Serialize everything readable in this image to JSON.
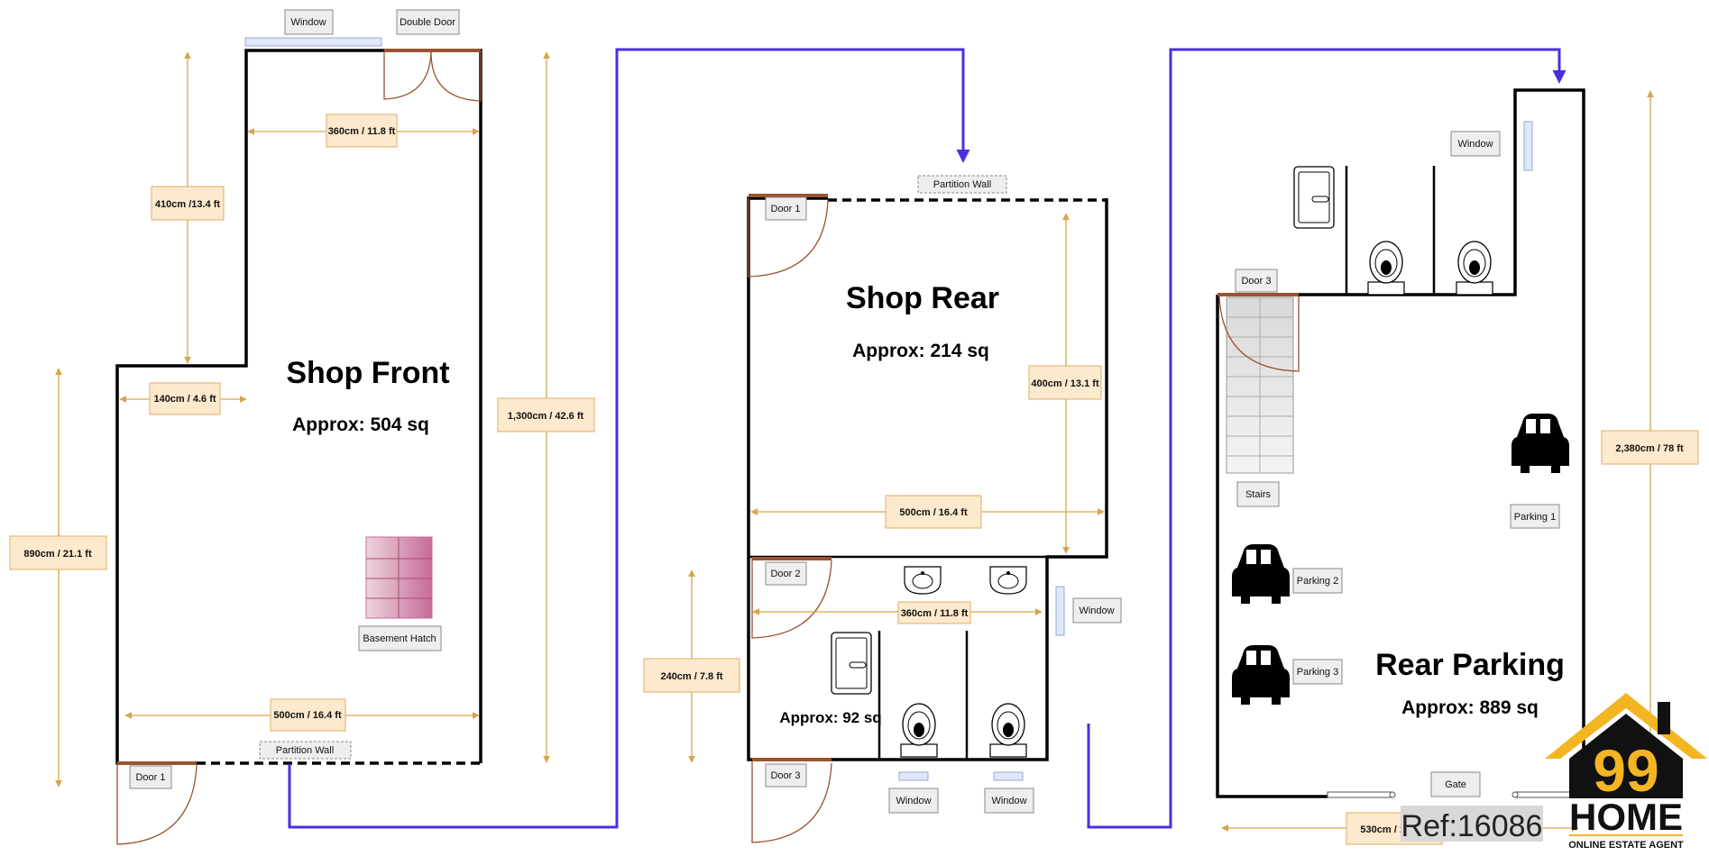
{
  "rooms": {
    "shop_front": {
      "title": "Shop Front",
      "area": "Approx: 504 sq"
    },
    "shop_rear": {
      "title": "Shop Rear",
      "area": "Approx: 214 sq"
    },
    "toilet_block": {
      "area": "Approx: 92 sq"
    },
    "rear_parking": {
      "title": "Rear Parking",
      "area": "Approx: 889 sq"
    }
  },
  "labels": {
    "window": "Window",
    "double_door": "Double Door",
    "door_1": "Door 1",
    "door_2": "Door 2",
    "door_3": "Door 3",
    "partition_wall": "Partition Wall",
    "basement_hatch": "Basement Hatch",
    "stairs": "Stairs",
    "parking_1": "Parking 1",
    "parking_2": "Parking 2",
    "parking_3": "Parking 3",
    "gate": "Gate"
  },
  "dimensions": {
    "front_width_top": "360cm / 11.8 ft",
    "front_upper_length": "410cm /13.4 ft",
    "front_step": "140cm / 4.6 ft",
    "front_lower_length": "890cm / 21.1 ft",
    "front_total_length": "1,300cm / 42.6 ft",
    "front_width_bottom": "500cm / 16.4 ft",
    "rear_length": "400cm / 13.1 ft",
    "rear_width": "500cm / 16.4 ft",
    "toilet_width": "360cm / 11.8 ft",
    "toilet_length": "240cm / 7.8 ft",
    "parking_length": "2,380cm / 78 ft",
    "parking_width": "530cm / 17.4 ft"
  },
  "reference": "Ref:16086",
  "logo": {
    "number": "99",
    "name": "HOME",
    "tagline": "ONLINE ESTATE AGENT"
  },
  "colors": {
    "walls": "#000000",
    "doors": "#9a5230",
    "dimension": "#d6a64a",
    "flow_arrow": "#4a2fe0",
    "logo_accent": "#f3b521"
  }
}
